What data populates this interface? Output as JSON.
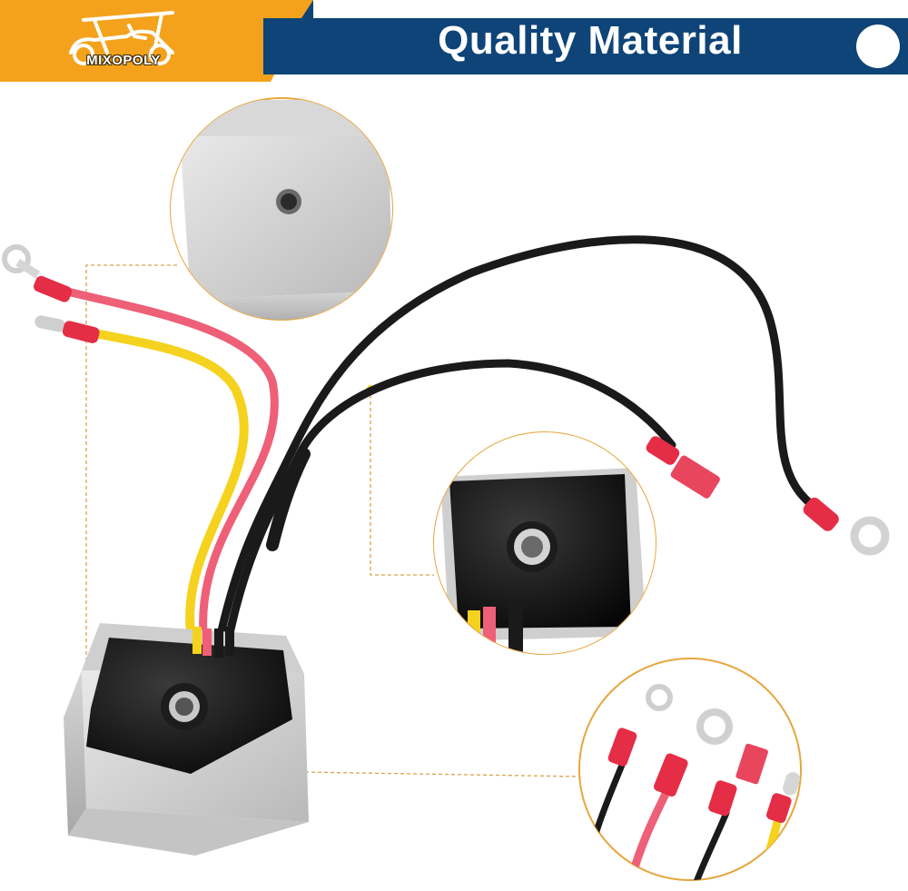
{
  "banner": {
    "title": "Quality Material",
    "brand": "MIXOPOLY",
    "colors": {
      "orange": "#f4a21c",
      "navy": "#0e4477",
      "white": "#ffffff"
    }
  },
  "product": {
    "icons": [
      "golf-cart-logo-icon",
      "voltage-regulator",
      "ring-terminal",
      "spade-terminal",
      "bullet-terminal"
    ],
    "wire_colors": {
      "red": "#ee5f78",
      "yellow": "#f5d21e",
      "black": "#1a1a1a"
    },
    "callouts": [
      "aluminum-top-detail",
      "epoxy-bottom-detail",
      "terminals-detail"
    ]
  }
}
